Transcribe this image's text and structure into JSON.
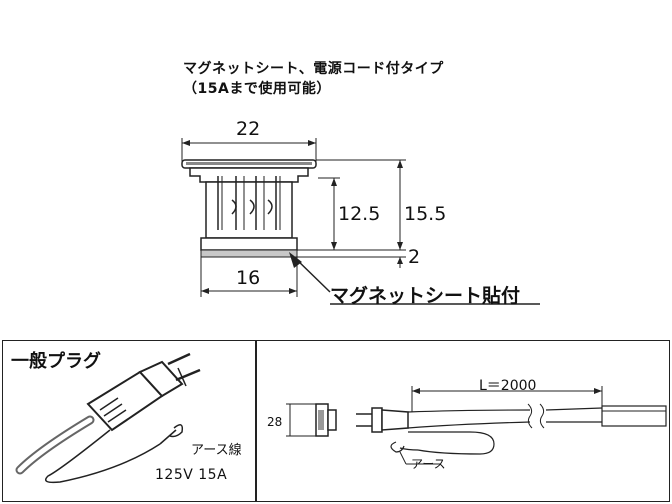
{
  "heading": {
    "line1": "マグネットシート、電源コード付タイプ",
    "line2": "（15Aまで使用可能）"
  },
  "dimensions": {
    "top_width": "22",
    "inner_height": "12.5",
    "total_height": "15.5",
    "sheet_thickness": "2",
    "bottom_width": "16"
  },
  "callout": "マグネットシート貼付",
  "plug_panel": {
    "title": "一般プラグ",
    "ground_wire_label": "アース線",
    "rating": "125V 15A"
  },
  "cord_panel": {
    "length_label": "L＝2000",
    "height_label": "28",
    "ground_label": "アース"
  },
  "colors": {
    "line": "#222222",
    "magnet_sheet": "#c8c8c8",
    "cord": "#666666"
  }
}
